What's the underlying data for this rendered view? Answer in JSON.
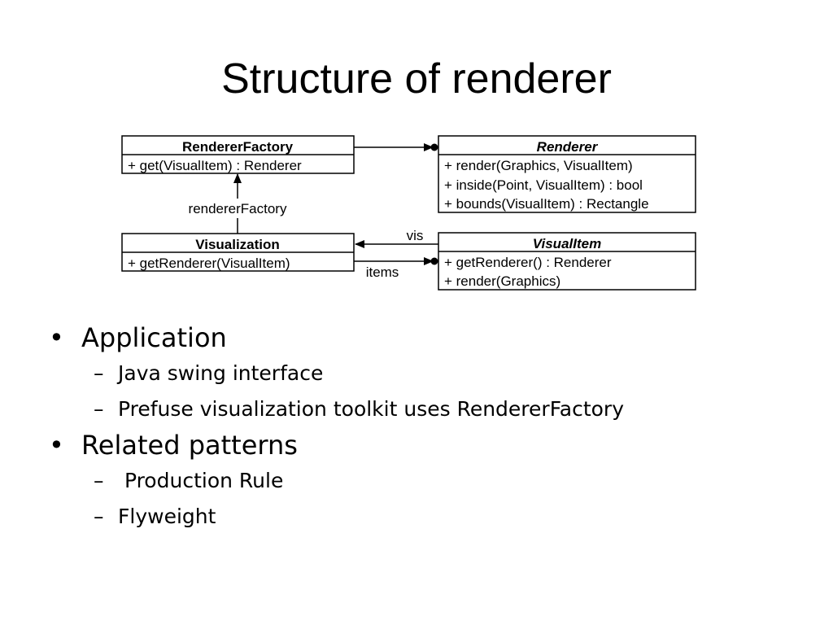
{
  "slide": {
    "title": "Structure of renderer"
  },
  "diagram": {
    "classes": {
      "renderer_factory": {
        "name": "RendererFactory",
        "members": [
          "+ get(VisualItem) : Renderer"
        ]
      },
      "renderer": {
        "name": "Renderer",
        "members": [
          "+ render(Graphics, VisualItem)",
          "+ inside(Point, VisualItem) : bool",
          "+ bounds(VisualItem) : Rectangle"
        ]
      },
      "visualization": {
        "name": "Visualization",
        "members": [
          "+ getRenderer(VisualItem)"
        ]
      },
      "visual_item": {
        "name": "VisualItem",
        "members": [
          "+ getRenderer() : Renderer",
          "+ render(Graphics)"
        ]
      }
    },
    "labels": {
      "renderer_factory_assoc": "rendererFactory",
      "vis_assoc": "vis",
      "items_assoc": "items"
    }
  },
  "bullets": [
    {
      "marker": "•",
      "text": "Application",
      "children": [
        {
          "marker": "–",
          "text": "Java swing interface"
        },
        {
          "marker": "–",
          "text": "Prefuse visualization toolkit uses RendererFactory"
        }
      ]
    },
    {
      "marker": "•",
      "text": "Related patterns",
      "children": [
        {
          "marker": "–",
          "text": " Production Rule"
        },
        {
          "marker": "–",
          "text": "Flyweight"
        }
      ]
    }
  ]
}
